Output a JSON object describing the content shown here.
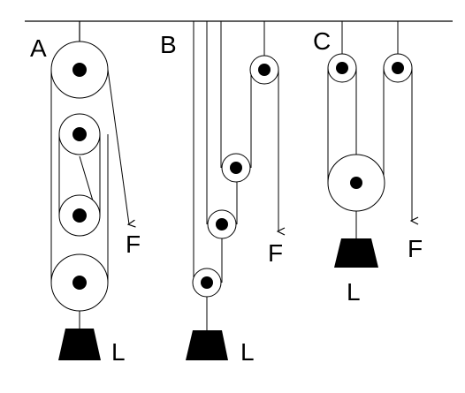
{
  "colors": {
    "stroke": "#000000",
    "fill": "#000000",
    "background": "#ffffff"
  },
  "systems": [
    {
      "label": "A",
      "force_label": "F",
      "load_label": "L"
    },
    {
      "label": "B",
      "force_label": "F",
      "load_label": "L"
    },
    {
      "label": "C",
      "force_label": "F",
      "load_label": "L"
    }
  ]
}
